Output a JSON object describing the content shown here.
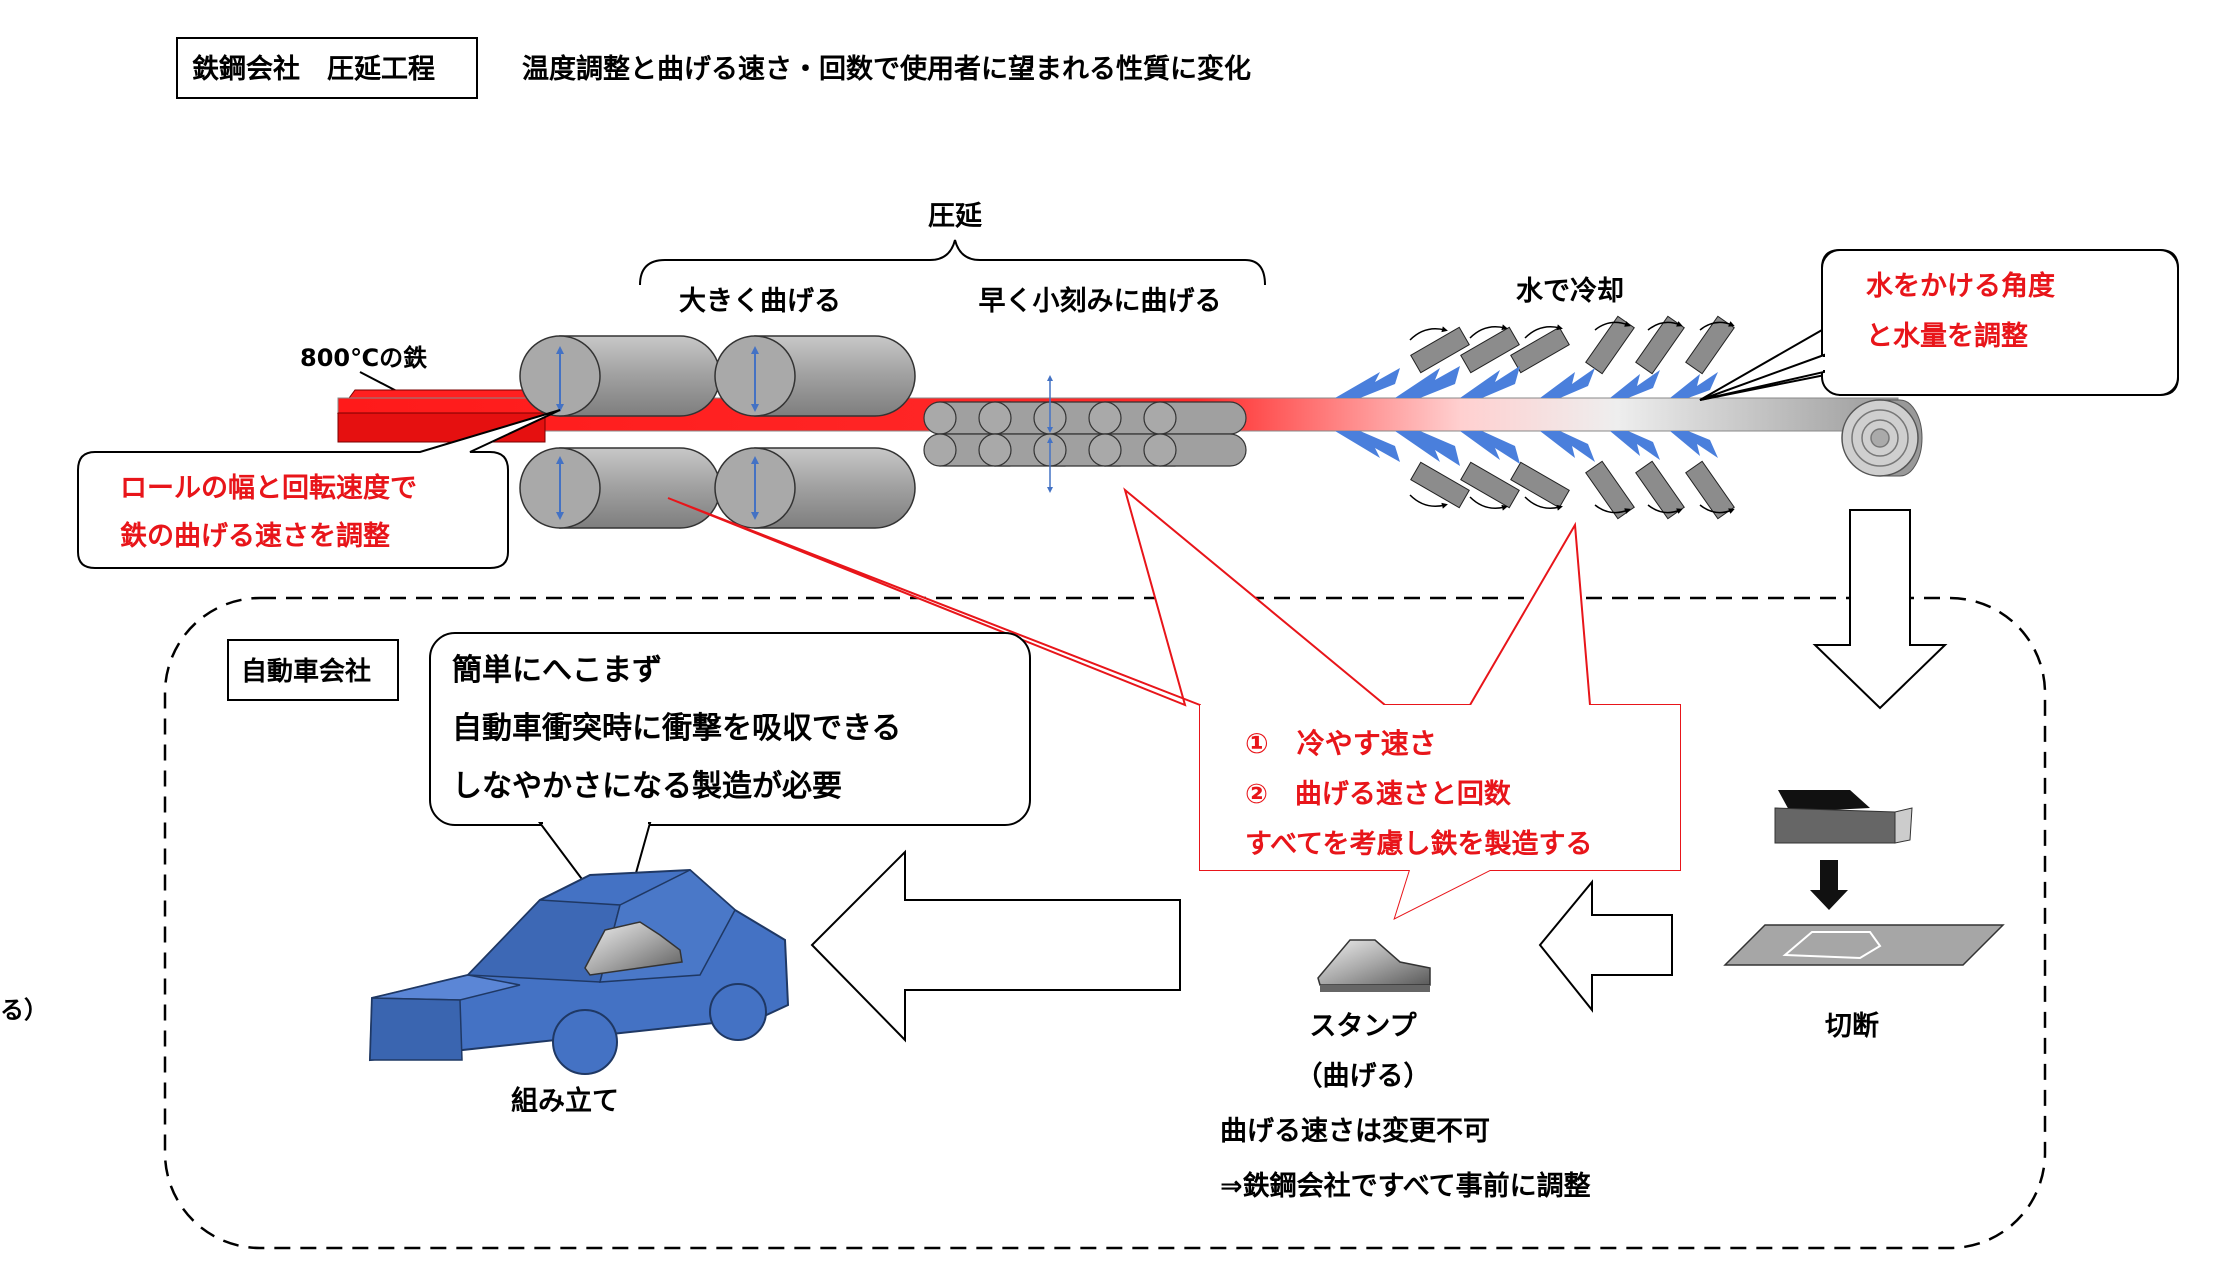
{
  "header": {
    "company_label": "鉄鋼会社　圧延工程",
    "subtitle": "温度調整と曲げる速さ・回数で使用者に望まれる性質に変化"
  },
  "process": {
    "rolling_label": "圧延",
    "big_bend_label": "大きく曲げる",
    "fast_bend_label": "早く小刻みに曲げる",
    "cooling_label": "水で冷却",
    "hot_iron_label": "800℃の鉄"
  },
  "callouts": {
    "roll": {
      "line1": "ロールの幅と回転速度で",
      "line2": "鉄の曲げる速さを調整"
    },
    "water": {
      "line1": "水をかける角度",
      "line2": "と水量を調整"
    },
    "summary": {
      "line1": "①　冷やす速さ",
      "line2": "②　曲げる速さと回数",
      "line3": "すべてを考慮し鉄を製造する"
    },
    "car": {
      "line1": "簡単にへこまず",
      "line2": "自動車衝突時に衝撃を吸収できる",
      "line3": "しなやかさになる製造が必要"
    }
  },
  "auto": {
    "company_label": "自動車会社",
    "cut_label": "切断",
    "stamp_label": "スタンプ",
    "stamp_sub": "（曲げる）",
    "assembly_label": "組み立て",
    "note_line1": "曲げる速さは変更不可",
    "note_line2": "⇒鉄鋼会社ですべて事前に調整"
  },
  "edge_fragment": "る）",
  "colors": {
    "red": "#e8151a",
    "roll_gray": "#a6a6a6",
    "car_blue": "#4472c4",
    "water_blue": "#4a7fdc"
  }
}
